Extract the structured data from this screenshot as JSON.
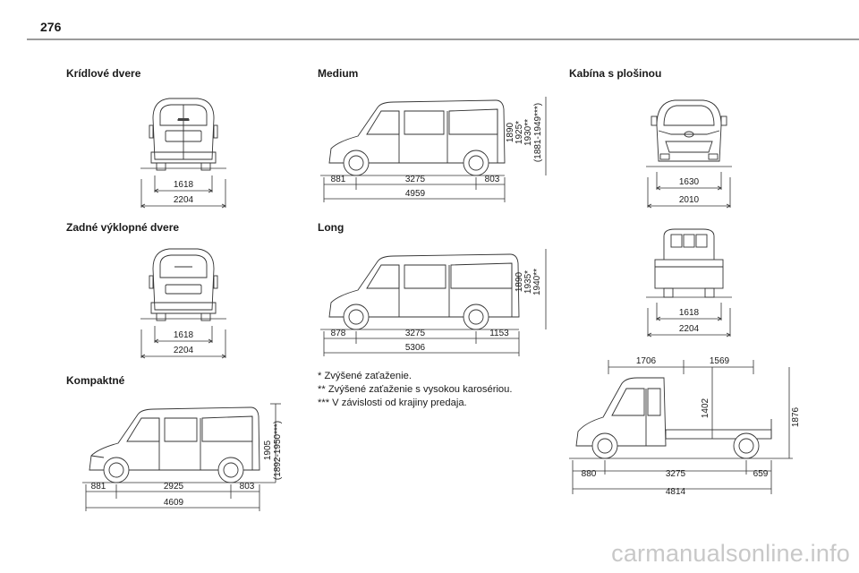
{
  "page": {
    "number": "276"
  },
  "sections": {
    "kridlove": {
      "title": "Krídlové dvere",
      "dims": [
        "1618",
        "2204"
      ]
    },
    "zadne": {
      "title": "Zadné výklopné dvere",
      "dims": [
        "1618",
        "2204"
      ]
    },
    "kompaktne": {
      "title": "Kompaktné",
      "front": "881",
      "wheelbase": "2925",
      "rear": "803",
      "length": "4609",
      "height_line1": "1905",
      "height_line2": "(1892-1950***)"
    },
    "medium": {
      "title": "Medium",
      "front": "881",
      "wheelbase": "3275",
      "rear": "803",
      "length": "4959",
      "height_lines": [
        "1890",
        "1925*",
        "1930**",
        "(1881-1949***)"
      ]
    },
    "long": {
      "title": "Long",
      "front": "878",
      "wheelbase": "3275",
      "rear": "1153",
      "length": "5306",
      "height_lines": [
        "1890",
        "1935*",
        "1940**"
      ]
    },
    "kabina": {
      "title": "Kabína s plošinou",
      "front_dims": [
        "1630",
        "2010"
      ],
      "rear_dims": [
        "1618",
        "2204"
      ],
      "cab_length": "1706",
      "platform_length": "1569",
      "platform_height": "1402",
      "total_height": "1876",
      "front": "880",
      "wheelbase": "3275",
      "rear": "659",
      "length": "4814"
    }
  },
  "notes": [
    "* Zvýšené zaťaženie.",
    "** Zvýšené zaťaženie s vysokou karosériou.",
    "*** V závislosti od krajiny predaja."
  ],
  "watermark": "carmanualsonline.info"
}
